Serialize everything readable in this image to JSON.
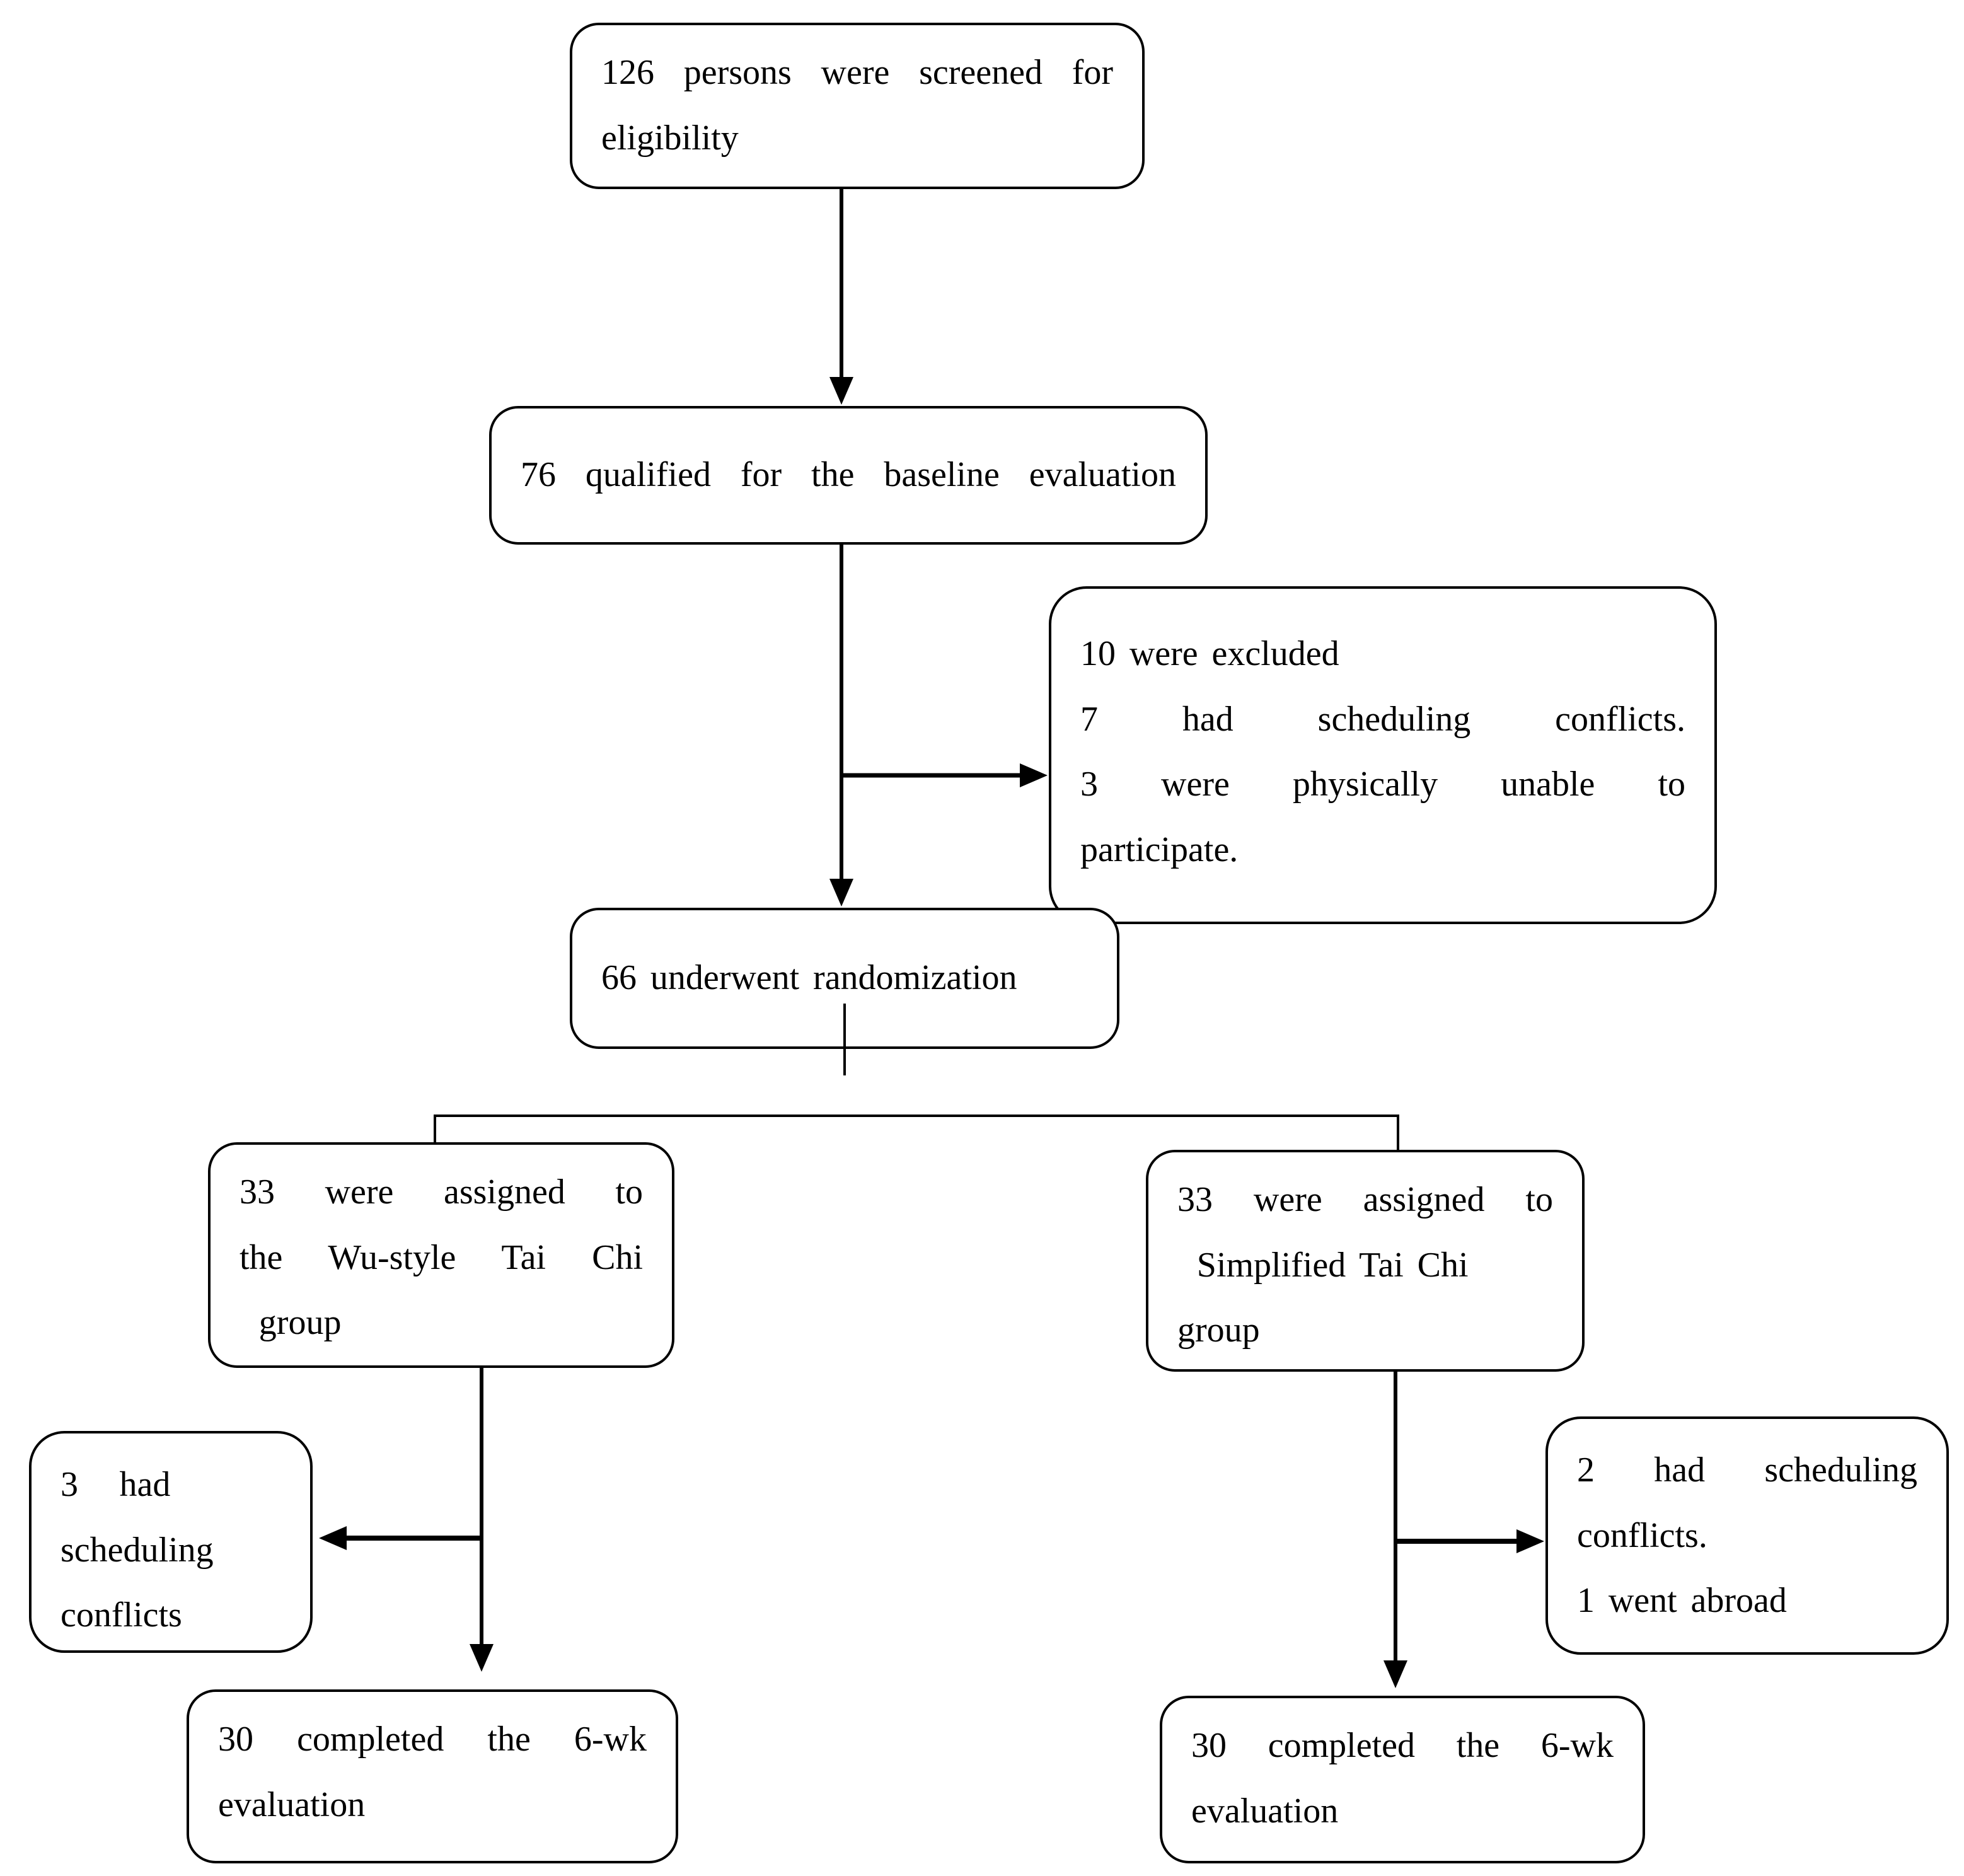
{
  "diagram": {
    "type": "flowchart",
    "description": "Participant flow diagram of a randomized Tai Chi trial",
    "boxes": {
      "screened": {
        "lines": [
          "126 persons were screened for",
          "eligibility"
        ]
      },
      "qualified": {
        "text": "76 qualified for the baseline evaluation"
      },
      "excluded": {
        "lines": [
          "10 were excluded",
          "7 had scheduling conflicts.",
          "3 were physically unable to",
          "participate."
        ]
      },
      "randomized": {
        "text": "66 underwent randomization"
      },
      "wu_group": {
        "lines": [
          "33 were assigned to",
          "the Wu-style Tai Chi",
          "group"
        ]
      },
      "simplified_group": {
        "lines": [
          "33 were assigned to",
          "Simplified Tai Chi",
          "group"
        ]
      },
      "wu_dropout": {
        "lines": [
          "3   had",
          "scheduling",
          "conflicts"
        ]
      },
      "simplified_dropout": {
        "lines": [
          "2 had scheduling",
          "conflicts.",
          "1 went abroad"
        ]
      },
      "wu_completed": {
        "lines": [
          "30 completed the 6-wk",
          "evaluation"
        ]
      },
      "simplified_completed": {
        "lines": [
          "30 completed the 6-wk",
          "evaluation"
        ]
      }
    },
    "colors": {
      "line": "#000000",
      "box_border": "#000000",
      "text": "#000000",
      "background": "#ffffff"
    }
  }
}
